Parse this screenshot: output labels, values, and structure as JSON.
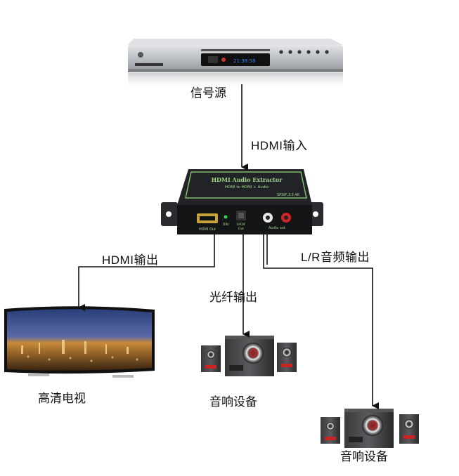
{
  "labels": {
    "signal_source": "信号源",
    "hdmi_input": "HDMI输入",
    "hdmi_output": "HDMI输出",
    "lr_audio_output": "L/R音频输出",
    "optical_output": "光纤输出",
    "hd_tv": "高清电视",
    "audio_device_1": "音响设备",
    "audio_device_2": "音响设备"
  },
  "extractor": {
    "title": "HDMI Audio Extractor",
    "subtitle": "HDMI to HDMI + Audio",
    "model": "SPDIF,3.5,4K",
    "port_hdmi_out": "HDMI Out",
    "port_led": "DIN",
    "port_spdif": "SPDIF",
    "port_spdif_sub": "Out",
    "port_audio_out": "Audio out"
  },
  "player": {
    "display": "21:38:58"
  },
  "colors": {
    "box_body": "#1b1c1e",
    "label_green": "#7fbf6a",
    "arrow": "#111111",
    "player_silver": "#c9ccd0"
  }
}
